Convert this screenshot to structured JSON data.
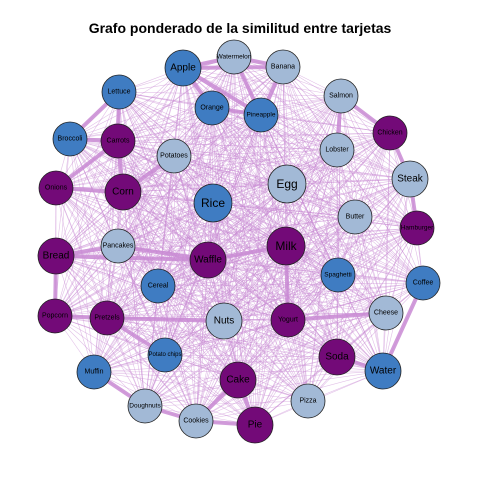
{
  "title": "Grafo ponderado de la similitud entre tarjetas",
  "colors": {
    "blue": "#3f7cc2",
    "light": "#a2b9d6",
    "purple": "#730a78",
    "edge": "#c98bd3",
    "stroke": "#222222"
  },
  "nodes": [
    {
      "id": "watermelon",
      "label": "Watermelon",
      "group": "light",
      "size": "small"
    },
    {
      "id": "apple",
      "label": "Apple",
      "group": "blue",
      "size": "medium"
    },
    {
      "id": "banana",
      "label": "Banana",
      "group": "light",
      "size": "small"
    },
    {
      "id": "lettuce",
      "label": "Lettuce",
      "group": "blue",
      "size": "small"
    },
    {
      "id": "orange",
      "label": "Orange",
      "group": "blue",
      "size": "small"
    },
    {
      "id": "pineapple",
      "label": "Pineapple",
      "group": "blue",
      "size": "small"
    },
    {
      "id": "salmon",
      "label": "Salmon",
      "group": "light",
      "size": "small"
    },
    {
      "id": "broccoli",
      "label": "Broccoli",
      "group": "blue",
      "size": "small"
    },
    {
      "id": "carrots",
      "label": "Carrots",
      "group": "purple",
      "size": "small"
    },
    {
      "id": "chicken",
      "label": "Chicken",
      "group": "purple",
      "size": "small"
    },
    {
      "id": "potatoes",
      "label": "Potatoes",
      "group": "light",
      "size": "small"
    },
    {
      "id": "lobster",
      "label": "Lobster",
      "group": "light",
      "size": "small"
    },
    {
      "id": "onions",
      "label": "Onions",
      "group": "purple",
      "size": "small"
    },
    {
      "id": "corn",
      "label": "Corn",
      "group": "purple",
      "size": "medium"
    },
    {
      "id": "egg",
      "label": "Egg",
      "group": "light",
      "size": "large"
    },
    {
      "id": "steak",
      "label": "Steak",
      "group": "light",
      "size": "medium"
    },
    {
      "id": "rice",
      "label": "Rice",
      "group": "blue",
      "size": "large"
    },
    {
      "id": "butter",
      "label": "Butter",
      "group": "light",
      "size": "small"
    },
    {
      "id": "hamburger",
      "label": "Hamburger",
      "group": "purple",
      "size": "small"
    },
    {
      "id": "bread",
      "label": "Bread",
      "group": "purple",
      "size": "medium"
    },
    {
      "id": "pancakes",
      "label": "Pancakes",
      "group": "light",
      "size": "small"
    },
    {
      "id": "waffle",
      "label": "Waffle",
      "group": "purple",
      "size": "medium"
    },
    {
      "id": "milk",
      "label": "Milk",
      "group": "purple",
      "size": "large"
    },
    {
      "id": "spaghetti",
      "label": "Spaghetti",
      "group": "blue",
      "size": "small"
    },
    {
      "id": "cereal",
      "label": "Cereal",
      "group": "blue",
      "size": "small"
    },
    {
      "id": "coffee",
      "label": "Coffee",
      "group": "blue",
      "size": "small"
    },
    {
      "id": "popcorn",
      "label": "Popcorn",
      "group": "purple",
      "size": "small"
    },
    {
      "id": "pretzels",
      "label": "Pretzels",
      "group": "purple",
      "size": "small"
    },
    {
      "id": "nuts",
      "label": "Nuts",
      "group": "light",
      "size": "medium"
    },
    {
      "id": "yogurt",
      "label": "Yogurt",
      "group": "purple",
      "size": "small"
    },
    {
      "id": "cheese",
      "label": "Cheese",
      "group": "light",
      "size": "small"
    },
    {
      "id": "potatochips",
      "label": "Potato chips",
      "group": "blue",
      "size": "small"
    },
    {
      "id": "soda",
      "label": "Soda",
      "group": "purple",
      "size": "medium"
    },
    {
      "id": "muffin",
      "label": "Muffin",
      "group": "blue",
      "size": "small"
    },
    {
      "id": "cake",
      "label": "Cake",
      "group": "purple",
      "size": "medium"
    },
    {
      "id": "water",
      "label": "Water",
      "group": "blue",
      "size": "medium"
    },
    {
      "id": "pizza",
      "label": "Pizza",
      "group": "light",
      "size": "small"
    },
    {
      "id": "doughnuts",
      "label": "Doughnuts",
      "group": "light",
      "size": "small"
    },
    {
      "id": "cookies",
      "label": "Cookies",
      "group": "light",
      "size": "small"
    },
    {
      "id": "pie",
      "label": "Pie",
      "group": "purple",
      "size": "medium"
    }
  ],
  "strong_edges": [
    [
      "apple",
      "watermelon"
    ],
    [
      "apple",
      "banana"
    ],
    [
      "apple",
      "orange"
    ],
    [
      "apple",
      "pineapple"
    ],
    [
      "watermelon",
      "banana"
    ],
    [
      "watermelon",
      "pineapple"
    ],
    [
      "orange",
      "pineapple"
    ],
    [
      "banana",
      "pineapple"
    ],
    [
      "lettuce",
      "carrots"
    ],
    [
      "lettuce",
      "broccoli"
    ],
    [
      "broccoli",
      "carrots"
    ],
    [
      "carrots",
      "onions"
    ],
    [
      "onions",
      "corn"
    ],
    [
      "carrots",
      "corn"
    ],
    [
      "corn",
      "potatoes"
    ],
    [
      "bread",
      "waffle"
    ],
    [
      "pancakes",
      "waffle"
    ],
    [
      "bread",
      "pancakes"
    ],
    [
      "popcorn",
      "pretzels"
    ],
    [
      "pretzels",
      "potatochips"
    ],
    [
      "popcorn",
      "bread"
    ],
    [
      "chicken",
      "steak"
    ],
    [
      "chicken",
      "salmon"
    ],
    [
      "steak",
      "hamburger"
    ],
    [
      "salmon",
      "lobster"
    ],
    [
      "soda",
      "water"
    ],
    [
      "coffee",
      "water"
    ],
    [
      "cake",
      "pie"
    ],
    [
      "muffin",
      "doughnuts"
    ],
    [
      "doughnuts",
      "cookies"
    ],
    [
      "cookies",
      "pie"
    ],
    [
      "milk",
      "yogurt"
    ],
    [
      "yogurt",
      "cheese"
    ],
    [
      "milk",
      "waffle"
    ],
    [
      "pretzels",
      "nuts"
    ],
    [
      "cake",
      "cookies"
    ]
  ]
}
